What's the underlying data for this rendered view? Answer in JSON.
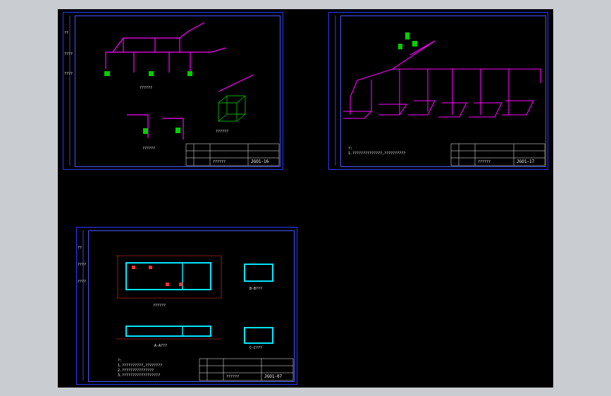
{
  "app": {
    "background": "#c9cdd2",
    "canvas_background": "#000000"
  },
  "colors": {
    "frame": "#2b39ff",
    "pipe": "#ff00ff",
    "wall": "#00e6ff",
    "fixture": "#00d000",
    "text": "#ffffff",
    "hatch": "#ff3030"
  },
  "sheets": [
    {
      "id": "sheet-1",
      "captions": [
        "??????",
        "??????",
        "??????"
      ],
      "title_block": {
        "drawing_name": "??????",
        "drawing_no": "JGO1-16"
      },
      "left_strip": [
        "??",
        "????",
        "????"
      ]
    },
    {
      "id": "sheet-2",
      "notes": [
        "?:",
        "1.??????????????,??????????"
      ],
      "title_block": {
        "drawing_name": "??????",
        "drawing_no": "JGO1-17"
      }
    },
    {
      "id": "sheet-3",
      "captions": [
        "??????",
        "A-A???",
        "B-B???",
        "C-C???"
      ],
      "notes": [
        "?:",
        "1.??????????,????????",
        "2.???????????????",
        "3.??????????????????"
      ],
      "title_block": {
        "drawing_name": "??????",
        "drawing_no": "JGO1-07"
      },
      "left_strip": [
        "??",
        "????",
        "????"
      ]
    }
  ]
}
